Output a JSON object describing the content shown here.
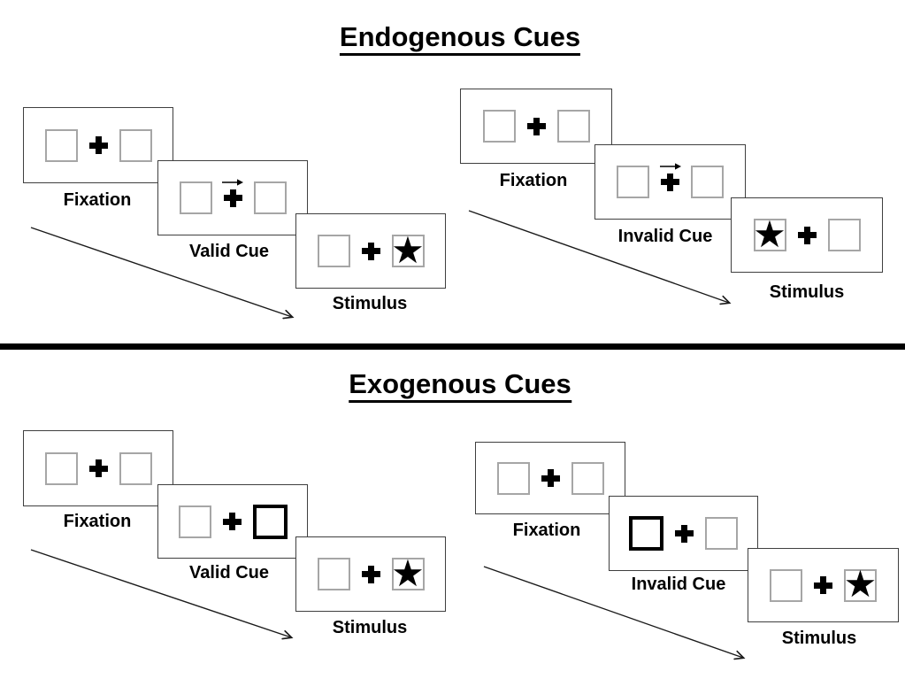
{
  "icons": {
    "star": "★",
    "fixation_cross": "plus-cross",
    "cue_arrow": "arrow-right"
  },
  "divider_color": "#000000",
  "sections": [
    {
      "id": "endogenous",
      "title": "Endogenous Cues",
      "panels": [
        {
          "id": "endogenous-valid",
          "condition": "valid",
          "steps": [
            {
              "label": "Fixation",
              "content": "two-empty-boxes-central-cross"
            },
            {
              "label": "Valid Cue",
              "content": "right-arrow-above-central-cross"
            },
            {
              "label": "Stimulus",
              "content": "star-in-right-box"
            }
          ]
        },
        {
          "id": "endogenous-invalid",
          "condition": "invalid",
          "steps": [
            {
              "label": "Fixation",
              "content": "two-empty-boxes-central-cross"
            },
            {
              "label": "Invalid Cue",
              "content": "right-arrow-above-central-cross"
            },
            {
              "label": "Stimulus",
              "content": "star-in-left-box"
            }
          ]
        }
      ]
    },
    {
      "id": "exogenous",
      "title": "Exogenous Cues",
      "panels": [
        {
          "id": "exogenous-valid",
          "condition": "valid",
          "steps": [
            {
              "label": "Fixation",
              "content": "two-empty-boxes-central-cross"
            },
            {
              "label": "Valid Cue",
              "content": "highlighted-right-box"
            },
            {
              "label": "Stimulus",
              "content": "star-in-right-box"
            }
          ]
        },
        {
          "id": "exogenous-invalid",
          "condition": "invalid",
          "steps": [
            {
              "label": "Fixation",
              "content": "two-empty-boxes-central-cross"
            },
            {
              "label": "Invalid Cue",
              "content": "highlighted-left-box"
            },
            {
              "label": "Stimulus",
              "content": "star-in-right-box"
            }
          ]
        }
      ]
    }
  ]
}
